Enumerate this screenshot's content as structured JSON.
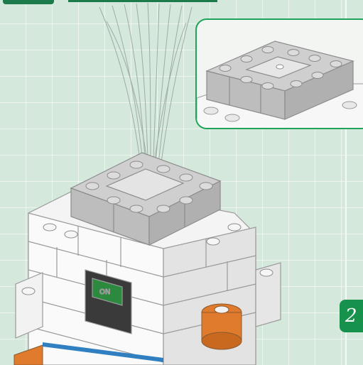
{
  "page": {
    "step_number": "2"
  },
  "icons": {
    "fountain": "fountain-spray",
    "small_sign": "green-tile"
  },
  "colors": {
    "background": "#d4e8dc",
    "accent_green": "#1fa35b",
    "badge_green": "#17924d",
    "grey_brick": "#c9c9c9",
    "white_brick": "#f7f7f7",
    "orange": "#e07a2c",
    "blue": "#2f7fc1"
  }
}
